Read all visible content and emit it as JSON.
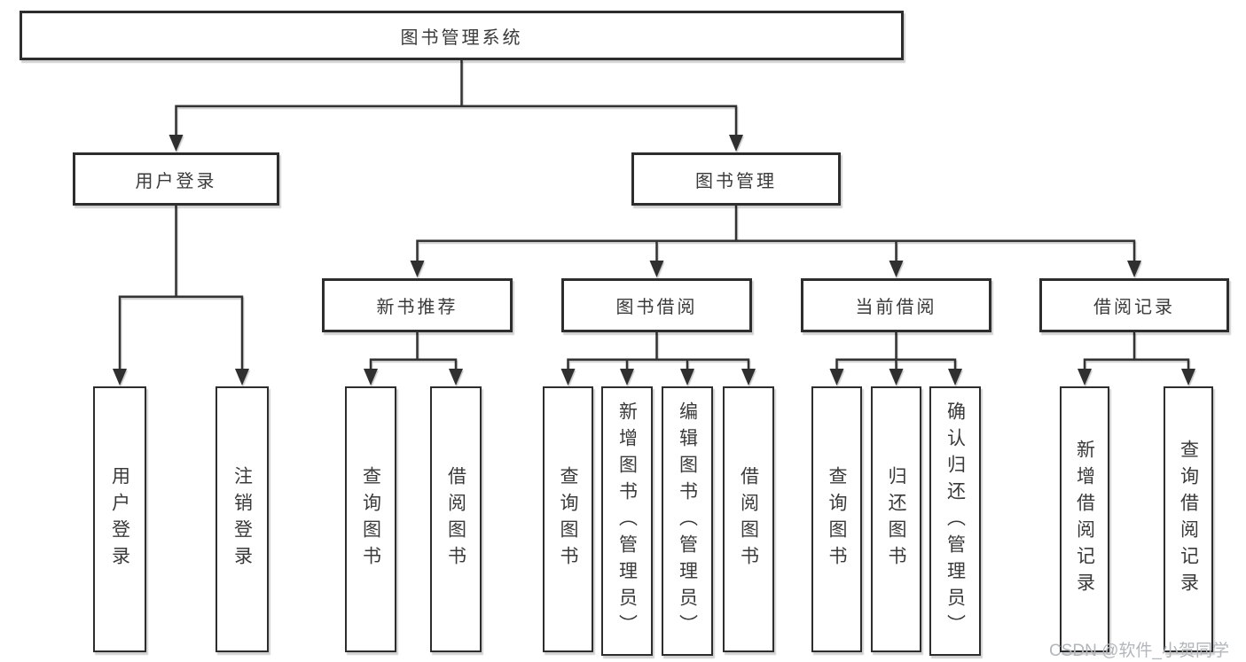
{
  "tree": {
    "label": "图书管理系统",
    "children": [
      {
        "label": "用户登录",
        "children": [
          {
            "label": "用户登录"
          },
          {
            "label": "注销登录"
          }
        ]
      },
      {
        "label": "图书管理",
        "children": [
          {
            "label": "新书推荐",
            "children": [
              {
                "label": "查询图书"
              },
              {
                "label": "借阅图书"
              }
            ]
          },
          {
            "label": "图书借阅",
            "children": [
              {
                "label": "查询图书"
              },
              {
                "label": "新增图书（管理员）"
              },
              {
                "label": "编辑图书（管理员）"
              },
              {
                "label": "借阅图书"
              }
            ]
          },
          {
            "label": "当前借阅",
            "children": [
              {
                "label": "查询图书"
              },
              {
                "label": "归还图书"
              },
              {
                "label": "确认归还（管理员）"
              }
            ]
          },
          {
            "label": "借阅记录",
            "children": [
              {
                "label": "新增借阅记录"
              },
              {
                "label": "查询借阅记录"
              }
            ]
          }
        ]
      }
    ]
  },
  "watermark": "CSDN @软件_小贺同学",
  "colors": {
    "line": "#333333",
    "arrow": "#2f2f2f",
    "box_border": "#2d2d2d",
    "text": "#3a3a3a",
    "watermark": "#b3b6ba",
    "background": "#ffffff"
  }
}
